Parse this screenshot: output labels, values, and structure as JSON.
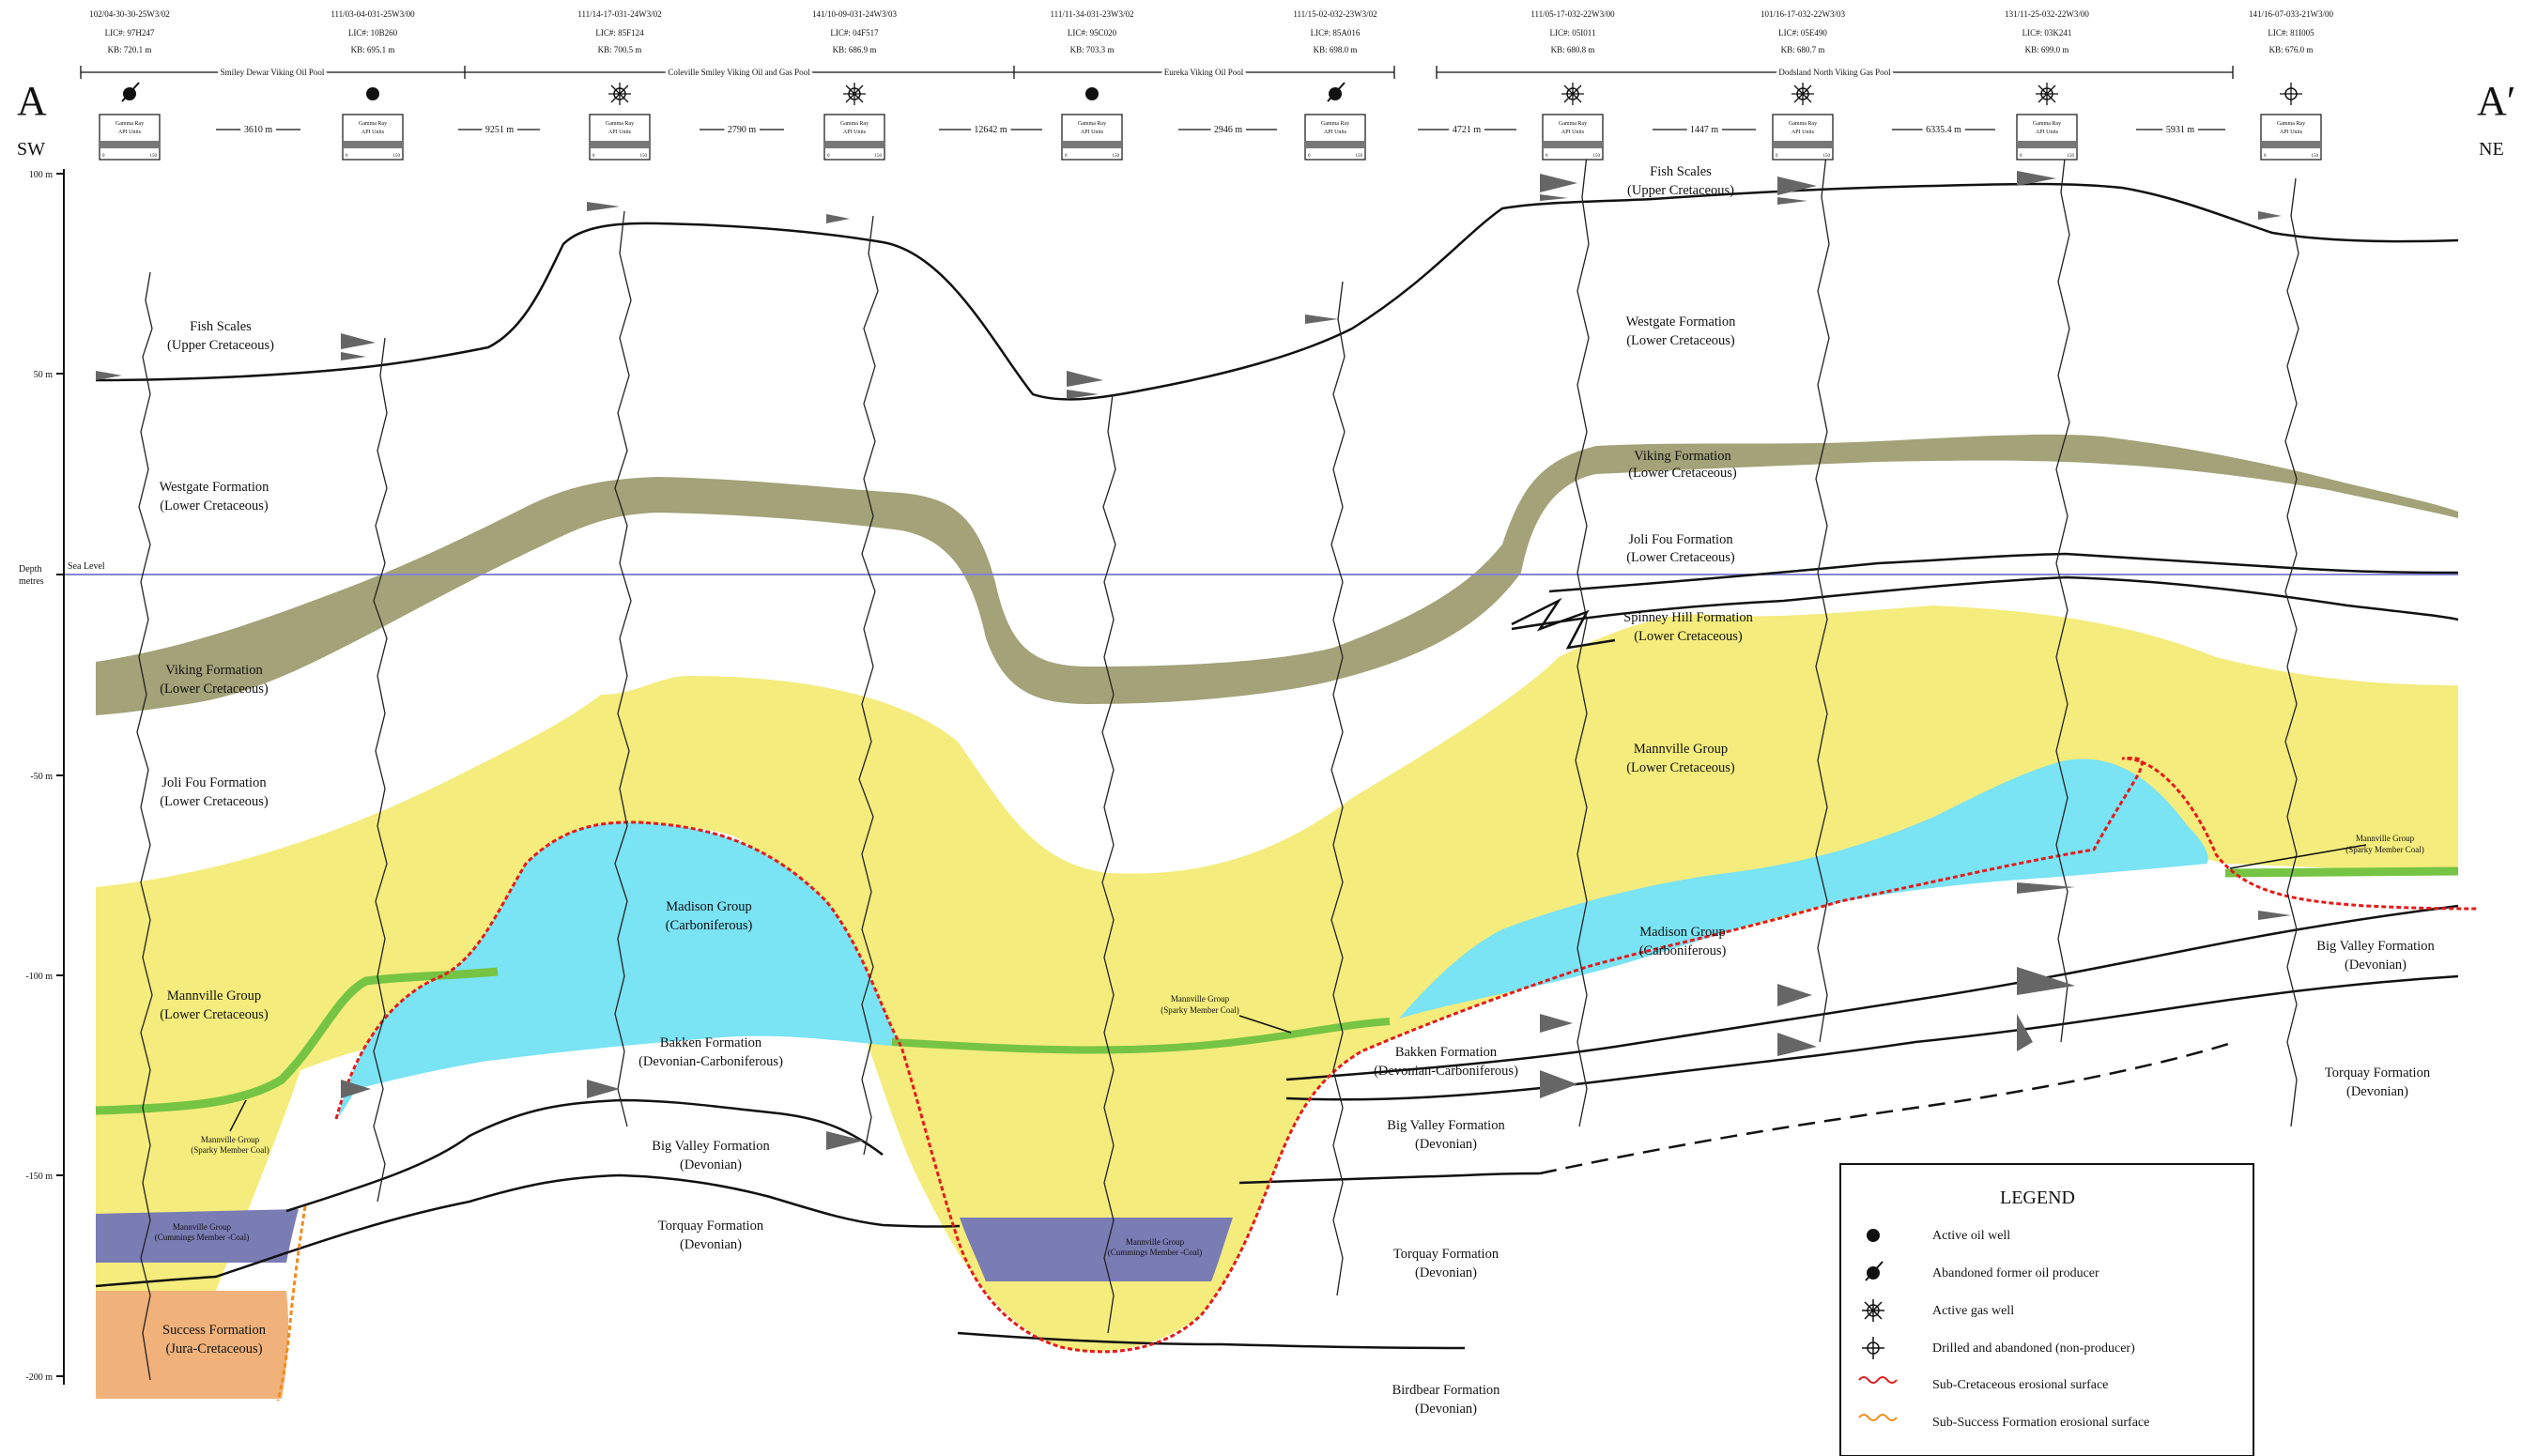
{
  "section": {
    "label_left": "A",
    "label_right": "A′",
    "dir_left": "SW",
    "dir_right": "NE"
  },
  "axis": {
    "title_line1": "Depth",
    "title_line2": "metres",
    "sea_level_label": "Sea Level",
    "ticks": [
      "100 m",
      "50 m",
      "-50 m",
      "-100 m",
      "-150 m",
      "-200 m"
    ]
  },
  "wells": [
    {
      "uwi": "102/04-30-30-25W3/02",
      "lic": "LIC#: 97H247",
      "kb": "KB: 720.1 m",
      "status": "abandoned-oil"
    },
    {
      "uwi": "111/03-04-031-25W3/00",
      "lic": "LIC#: 10B260",
      "kb": "KB: 695.1 m",
      "status": "active-oil"
    },
    {
      "uwi": "111/14-17-031-24W3/02",
      "lic": "LIC#: 85F124",
      "kb": "KB: 700.5 m",
      "status": "active-gas"
    },
    {
      "uwi": "141/10-09-031-24W3/03",
      "lic": "LIC#: 04F517",
      "kb": "KB: 686.9 m",
      "status": "active-gas"
    },
    {
      "uwi": "111/11-34-031-23W3/02",
      "lic": "LIC#: 95C020",
      "kb": "KB: 703.3 m",
      "status": "active-oil"
    },
    {
      "uwi": "111/15-02-032-23W3/02",
      "lic": "LIC#: 85A016",
      "kb": "KB: 698.0 m",
      "status": "abandoned-oil"
    },
    {
      "uwi": "111/05-17-032-22W3/00",
      "lic": "LIC#: 05I011",
      "kb": "KB: 680.8 m",
      "status": "active-gas"
    },
    {
      "uwi": "101/16-17-032-22W3/03",
      "lic": "LIC#: 05E490",
      "kb": "KB: 680.7 m",
      "status": "active-gas"
    },
    {
      "uwi": "131/11-25-032-22W3/00",
      "lic": "LIC#: 03K241",
      "kb": "KB: 699.0 m",
      "status": "active-gas"
    },
    {
      "uwi": "141/16-07-033-21W3/00",
      "lic": "LIC#: 81I005",
      "kb": "KB: 676.0 m",
      "status": "dry-abandoned"
    }
  ],
  "log_header": {
    "line1": "Gamma Ray",
    "line2": "API Units",
    "min": "0",
    "max": "150"
  },
  "spacings": [
    "3610 m",
    "9251 m",
    "2790 m",
    "12642 m",
    "2946 m",
    "4721 m",
    "1447 m",
    "6335.4 m",
    "5931 m"
  ],
  "pools": [
    "Smiley Dewar Viking Oil Pool",
    "Coleville Smiley Viking Oil and Gas Pool",
    "Eureka Viking Oil Pool",
    "Dodsland North Viking Gas Pool"
  ],
  "labels": {
    "fish_scales": "Fish Scales",
    "upper_cretaceous": "(Upper Cretaceous)",
    "lower_cretaceous": "(Lower Cretaceous)",
    "westgate": "Westgate Formation",
    "viking": "Viking Formation",
    "joli_fou": "Joli Fou Formation",
    "spinney_hill": "Spinney Hill Formation",
    "mannville": "Mannville Group",
    "madison": "Madison Group",
    "carboniferous": "(Carboniferous)",
    "bakken": "Bakken Formation",
    "dev_carb": "(Devonian-Carboniferous)",
    "big_valley": "Big Valley Formation",
    "devonian": "(Devonian)",
    "torquay": "Torquay Formation",
    "birdbear": "Birdbear Formation",
    "success": "Success Formation",
    "jura_cretaceous": "(Jura-Cretaceous)",
    "sparky_group": "Mannville Group",
    "sparky_member": "(Sparky Member Coal)",
    "cummings_group": "Mannville Group",
    "cummings_member": "(Cummings Member -Coal)"
  },
  "legend": {
    "title": "LEGEND",
    "items": [
      "Active oil well",
      "Abandoned former oil producer",
      "Active gas well",
      "Drilled and abandoned (non-producer)",
      "Sub-Cretaceous erosional surface",
      "Sub-Success Formation erosional surface"
    ]
  },
  "colors": {
    "viking": "#a3a278",
    "mannville": "#f4ec7c",
    "madison": "#7ae3f4",
    "cummings": "#7a7cb4",
    "success": "#f0b27a",
    "coal": "#76c443",
    "sea_level": "#8585d0",
    "erosion": "#e41b1b",
    "erosion_success": "#f08c1c"
  }
}
